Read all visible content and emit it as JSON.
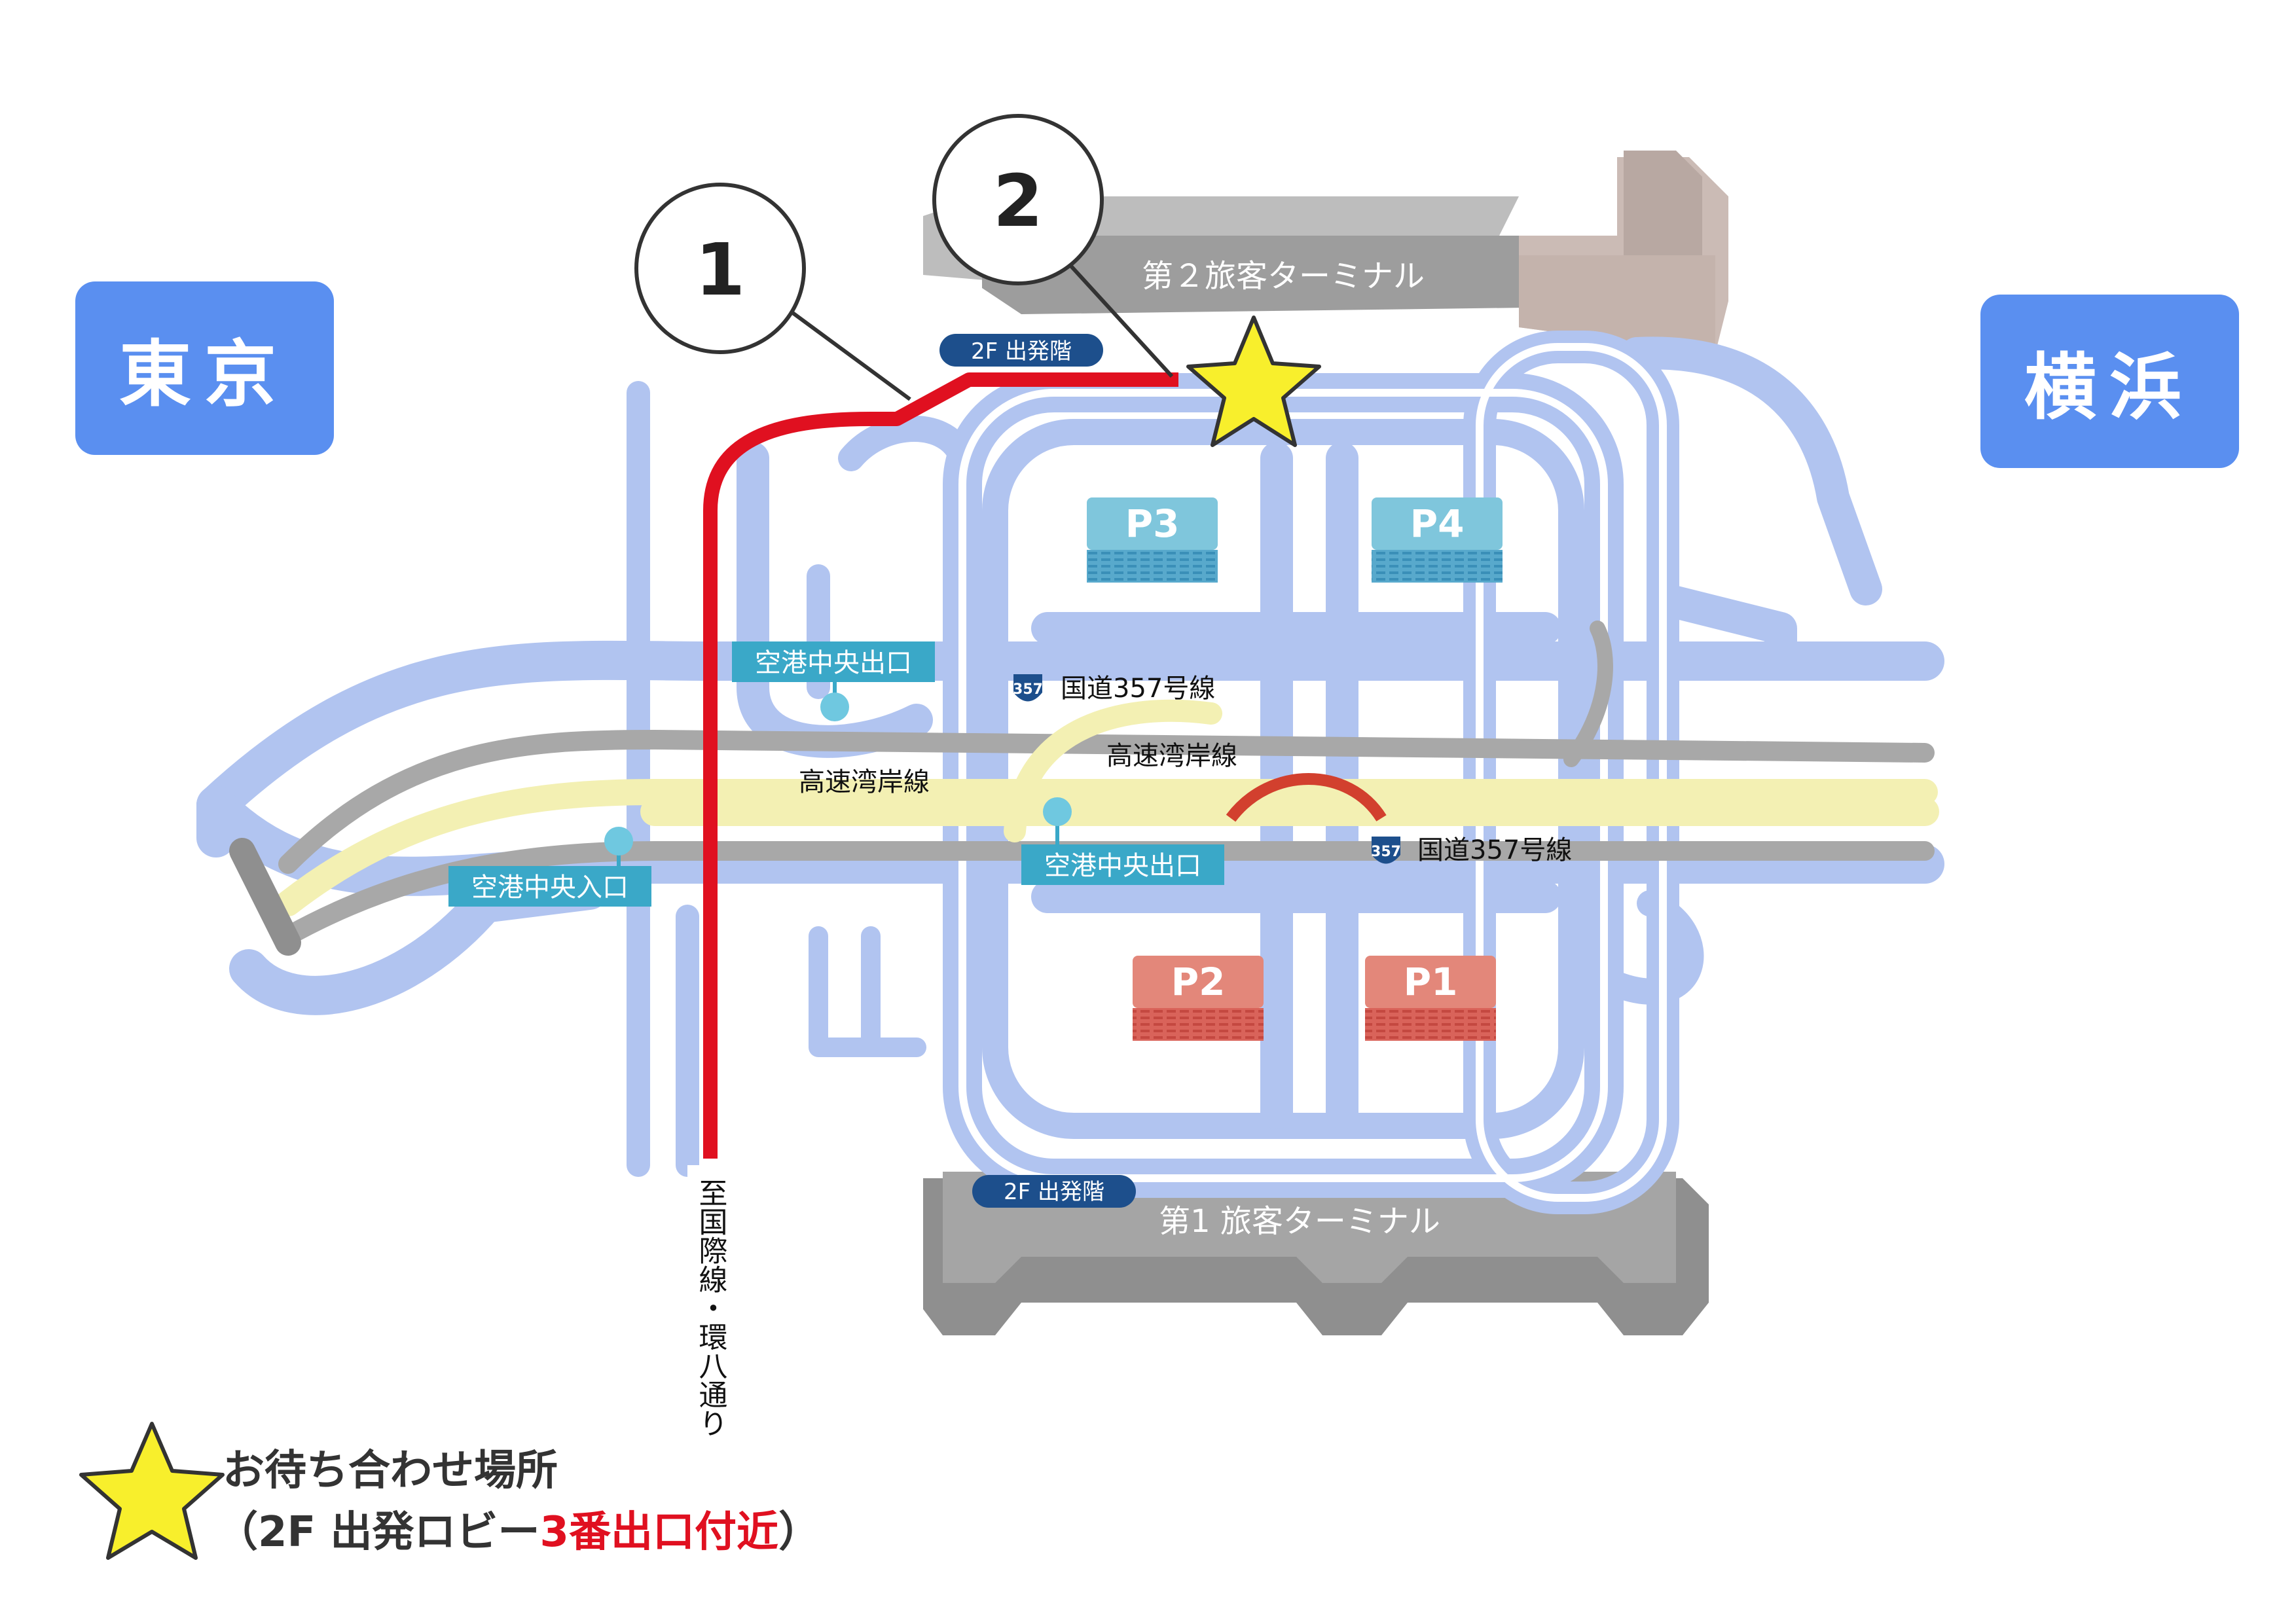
{
  "cities": {
    "left": "東京",
    "right": "横浜",
    "color": "#5a8ff0"
  },
  "terminals": {
    "t2": "第２旅客ターミナル",
    "t1": "第1 旅客ターミナル",
    "floor_badge": "2F 出発階"
  },
  "markers": {
    "one": "1",
    "two": "2"
  },
  "parking": {
    "p1": "P1",
    "p2": "P2",
    "p3": "P3",
    "p4": "P4",
    "north_color": "#7fc6dc",
    "south_color": "#e3877a"
  },
  "roads": {
    "route357_top": "国道357号線",
    "route357_bottom": "国道357号線",
    "route357_badge": "357",
    "wangan_left": "高速湾岸線",
    "wangan_center": "高速湾岸線",
    "route_vertical": "至国際線・環八通り",
    "road_color": "#b1c4f0",
    "expressway_color": "#f3f0b3",
    "highlight_color": "#e01020"
  },
  "gates": {
    "exit_top": "空港中央出口",
    "exit_middle": "空港中央出口",
    "entrance": "空港中央入口"
  },
  "legend": {
    "icon": "star-icon",
    "line1": "お待ち合わせ場所",
    "line2_open": "（2F 出発ロビー",
    "line2_highlight": "3番出口付近",
    "line2_close": "）"
  }
}
